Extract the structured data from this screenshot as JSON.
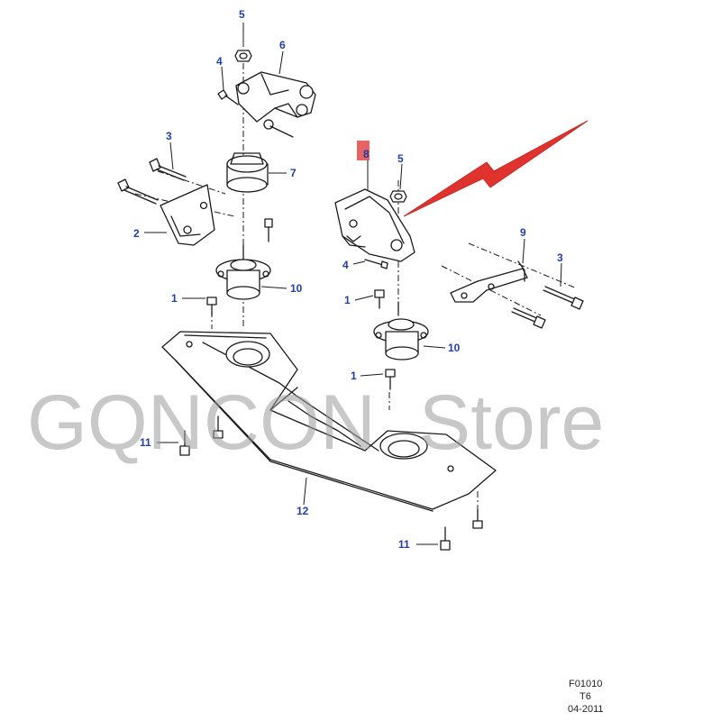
{
  "callouts": {
    "c5a": "5",
    "c6": "6",
    "c4a": "4",
    "c3a": "3",
    "c7": "7",
    "c2": "2",
    "c10a": "10",
    "c1a": "1",
    "c8": "8",
    "c5b": "5",
    "c4b": "4",
    "c9": "9",
    "c3b": "3",
    "c1b": "1",
    "c10b": "10",
    "c1c": "1",
    "c11a": "11",
    "c12": "12",
    "c11b": "11"
  },
  "watermark": "GQNCON  Store",
  "footer": {
    "code": "F01010",
    "model": "T6",
    "date": "04-2011"
  },
  "colors": {
    "callout": "#1f3fa8",
    "arrow": "#e0332e",
    "marker": "#e04a4a",
    "watermark": "#9a9a9a"
  }
}
